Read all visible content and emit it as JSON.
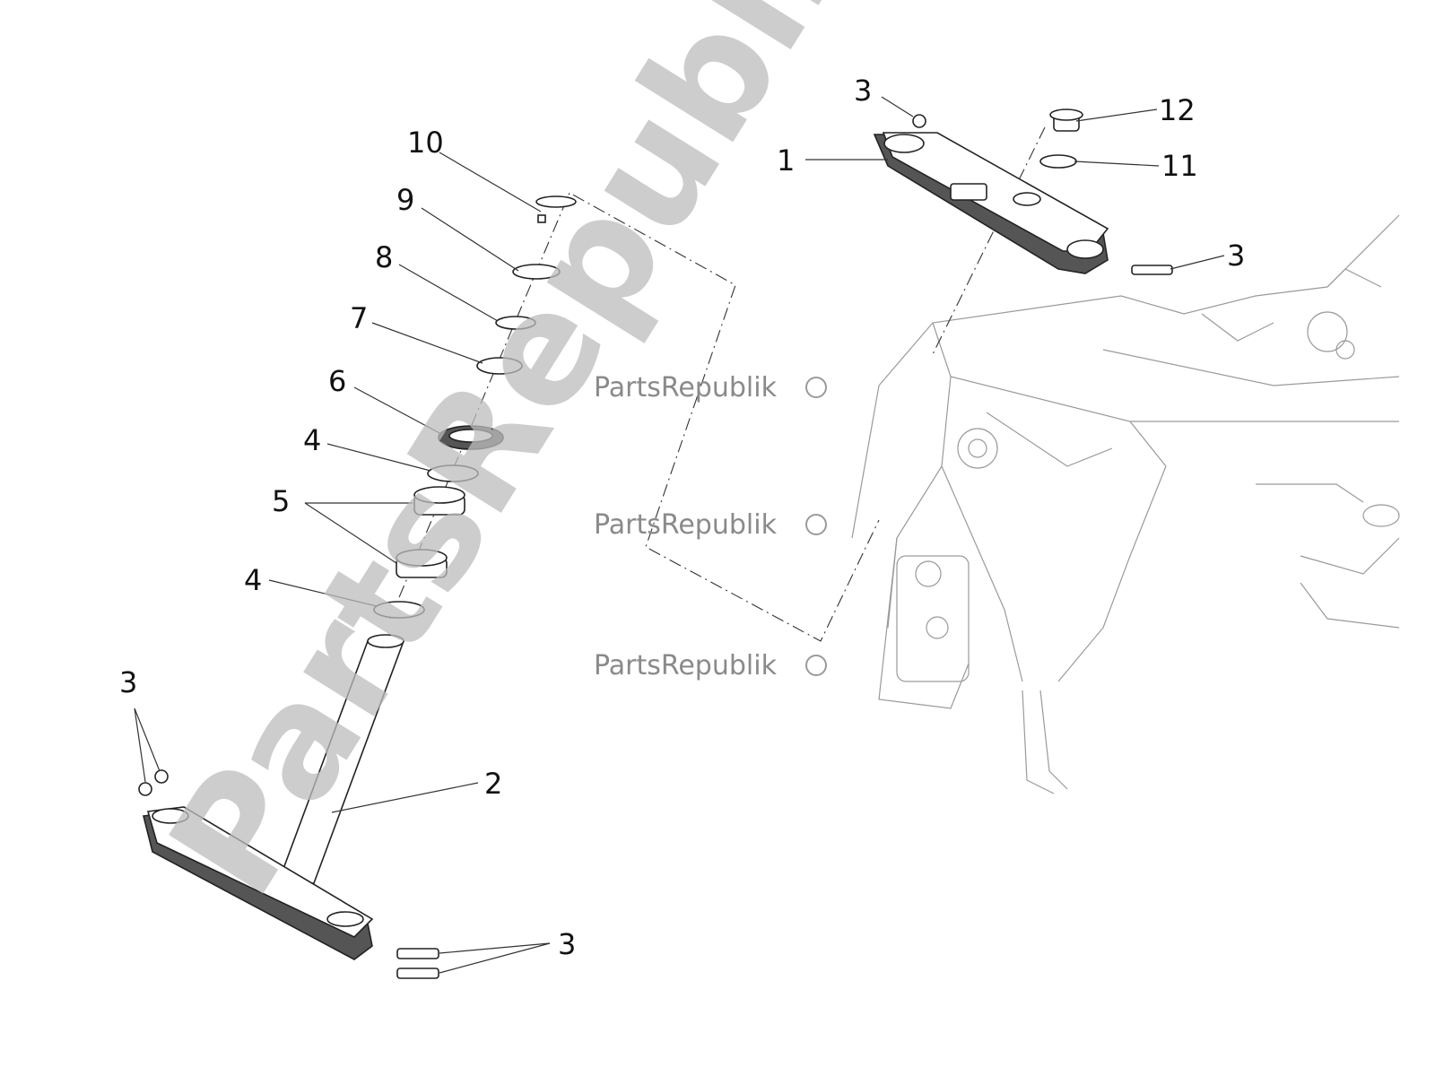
{
  "watermark": {
    "large": "PartsRepublik",
    "small": "PartsRepublik"
  },
  "callouts": [
    {
      "key": "c1",
      "text": "1"
    },
    {
      "key": "c2",
      "text": "2"
    },
    {
      "key": "c3a",
      "text": "3"
    },
    {
      "key": "c3b",
      "text": "3"
    },
    {
      "key": "c3c",
      "text": "3"
    },
    {
      "key": "c3d",
      "text": "3"
    },
    {
      "key": "c4a",
      "text": "4"
    },
    {
      "key": "c4b",
      "text": "4"
    },
    {
      "key": "c5",
      "text": "5"
    },
    {
      "key": "c6",
      "text": "6"
    },
    {
      "key": "c7",
      "text": "7"
    },
    {
      "key": "c8",
      "text": "8"
    },
    {
      "key": "c9",
      "text": "9"
    },
    {
      "key": "c10",
      "text": "10"
    },
    {
      "key": "c11",
      "text": "11"
    },
    {
      "key": "c12",
      "text": "12"
    }
  ]
}
